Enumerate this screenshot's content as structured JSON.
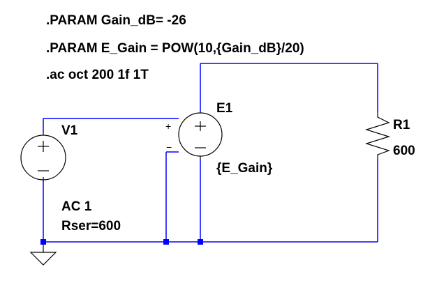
{
  "directives": {
    "param_gain": ".PARAM Gain_dB= -26",
    "param_egain": ".PARAM E_Gain = POW(10,{Gain_dB}/20)",
    "ac": ".ac oct 200 1f 1T"
  },
  "components": {
    "v1": {
      "name": "V1",
      "ac": "AC 1",
      "rser": "Rser=600"
    },
    "e1": {
      "name": "E1",
      "value": "{E_Gain}"
    },
    "r1": {
      "name": "R1",
      "value": "600"
    }
  },
  "pin_marks": {
    "plus": "+",
    "minus": "−"
  },
  "colors": {
    "wire": "#0000ff",
    "component": "#000000",
    "node": "#0000ff",
    "background": "#ffffff"
  }
}
